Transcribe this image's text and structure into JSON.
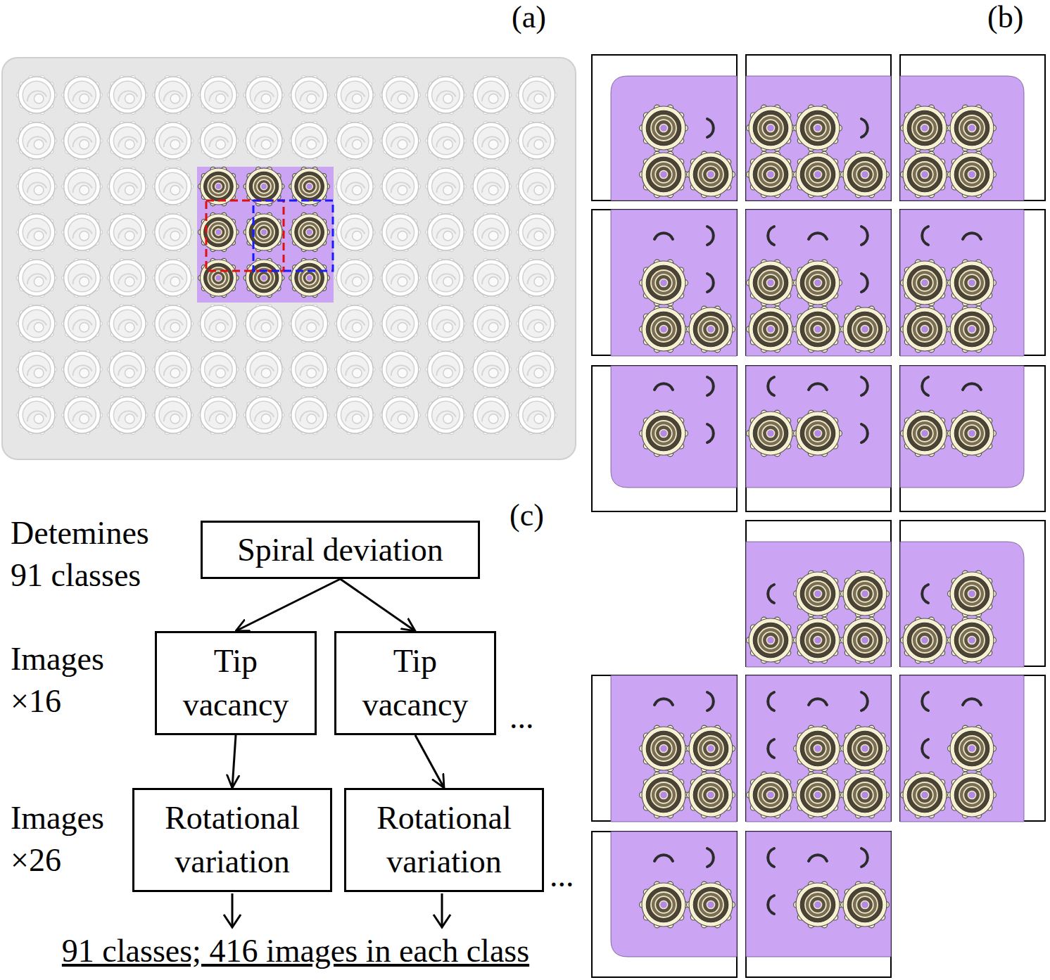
{
  "diagram": {
    "nodes": [
      {
        "text": [
          "Spiral deviation"
        ]
      },
      {
        "text": [
          "Tip vacancy"
        ]
      },
      {
        "text": [
          "Tip vacancy"
        ]
      },
      {
        "text": [
          "Rotational variation"
        ]
      },
      {
        "text": [
          "Rotational variation"
        ]
      }
    ],
    "edges": [
      {
        "from": 0,
        "to": 1,
        "arrow": "to"
      },
      {
        "from": 0,
        "to": 2,
        "arrow": "to"
      },
      {
        "from": 1,
        "to": 3,
        "arrow": "to"
      },
      {
        "from": 2,
        "to": 4,
        "arrow": "to"
      }
    ],
    "labels": [
      "(a)",
      "(b)",
      "(c)",
      "Detemines 91 classes",
      "Images ×16",
      "Images ×26",
      "...",
      "...",
      "91 classes; 416 images in each class"
    ]
  }
}
